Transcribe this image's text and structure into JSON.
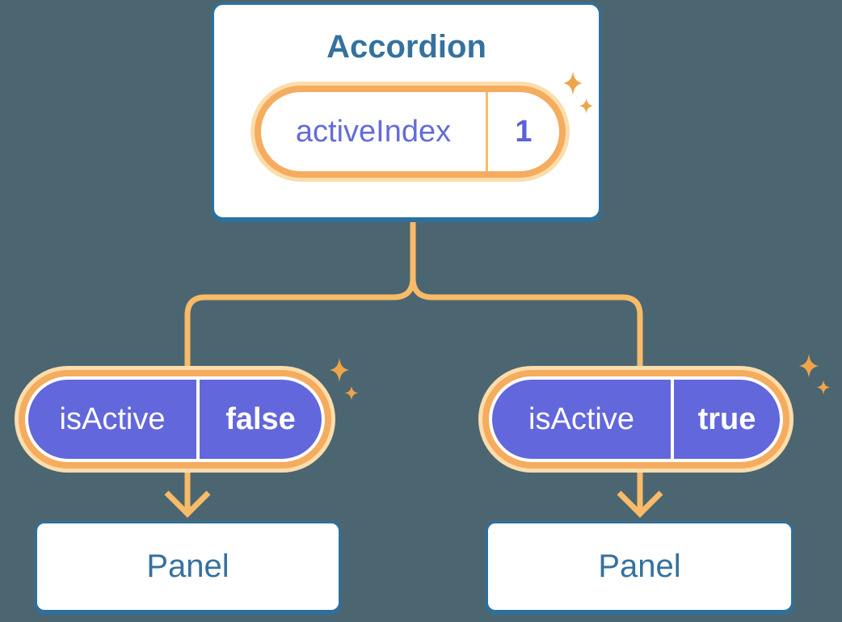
{
  "diagram": {
    "description": "Component tree showing state lifted into a parent Accordion and passed down to two Panels as props",
    "root": {
      "title": "Accordion",
      "state_pill": {
        "label": "activeIndex",
        "value": "1"
      }
    },
    "children": [
      {
        "prop_pill": {
          "label": "isActive",
          "value": "false"
        },
        "panel_label": "Panel"
      },
      {
        "prop_pill": {
          "label": "isActive",
          "value": "true"
        },
        "panel_label": "Panel"
      }
    ],
    "icons": {
      "sparkle": "four-point-star"
    },
    "colors": {
      "background": "#4C6671",
      "card_border": "#2E709E",
      "card_text": "#35719F",
      "pill_purple": "#6267DC",
      "pill_text_purple": "#646CD9",
      "pill_value_purple": "#5B62D8",
      "pill_ring_orange": "#F5AC5E",
      "pill_halo": "#FBDDAC",
      "connector_orange": "#F8BB67",
      "sparkle_orange": "#F0A44A"
    }
  }
}
